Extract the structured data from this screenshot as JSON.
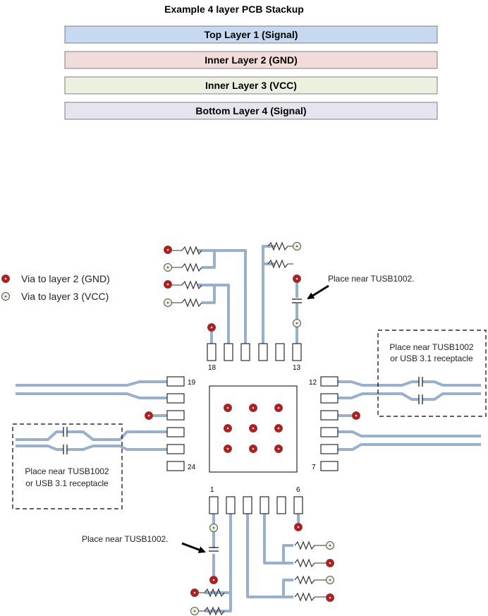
{
  "title": "Example 4 layer PCB Stackup",
  "layers": [
    {
      "label": "Top Layer 1 (Signal)",
      "color": "#c6d9f1"
    },
    {
      "label": "Inner Layer 2 (GND)",
      "color": "#f2dcdb"
    },
    {
      "label": "Inner Layer 3 (VCC)",
      "color": "#ebf1de"
    },
    {
      "label": "Bottom Layer 4 (Signal)",
      "color": "#e6e4ee"
    }
  ],
  "legend": {
    "gnd_via": "Via to layer 2 (GND)",
    "vcc_via": "Via to layer 3 (VCC)"
  },
  "annotations": {
    "place_near_top": "Place near TUSB1002.",
    "place_near_bottom": "Place near TUSB1002.",
    "right_box_line1": "Place near TUSB1002",
    "right_box_line2": "or USB 3.1 receptacle",
    "left_box_line1": "Place near TUSB1002",
    "left_box_line2": "or USB 3.1 receptacle"
  },
  "pin_numbers": {
    "p1": "1",
    "p6": "6",
    "p7": "7",
    "p12": "12",
    "p13": "13",
    "p18": "18",
    "p19": "19",
    "p24": "24"
  },
  "colors": {
    "trace": "#98b0d0",
    "gnd_via": "#cc1111",
    "vcc_via": "#eeeedd",
    "outline": "#000000"
  }
}
